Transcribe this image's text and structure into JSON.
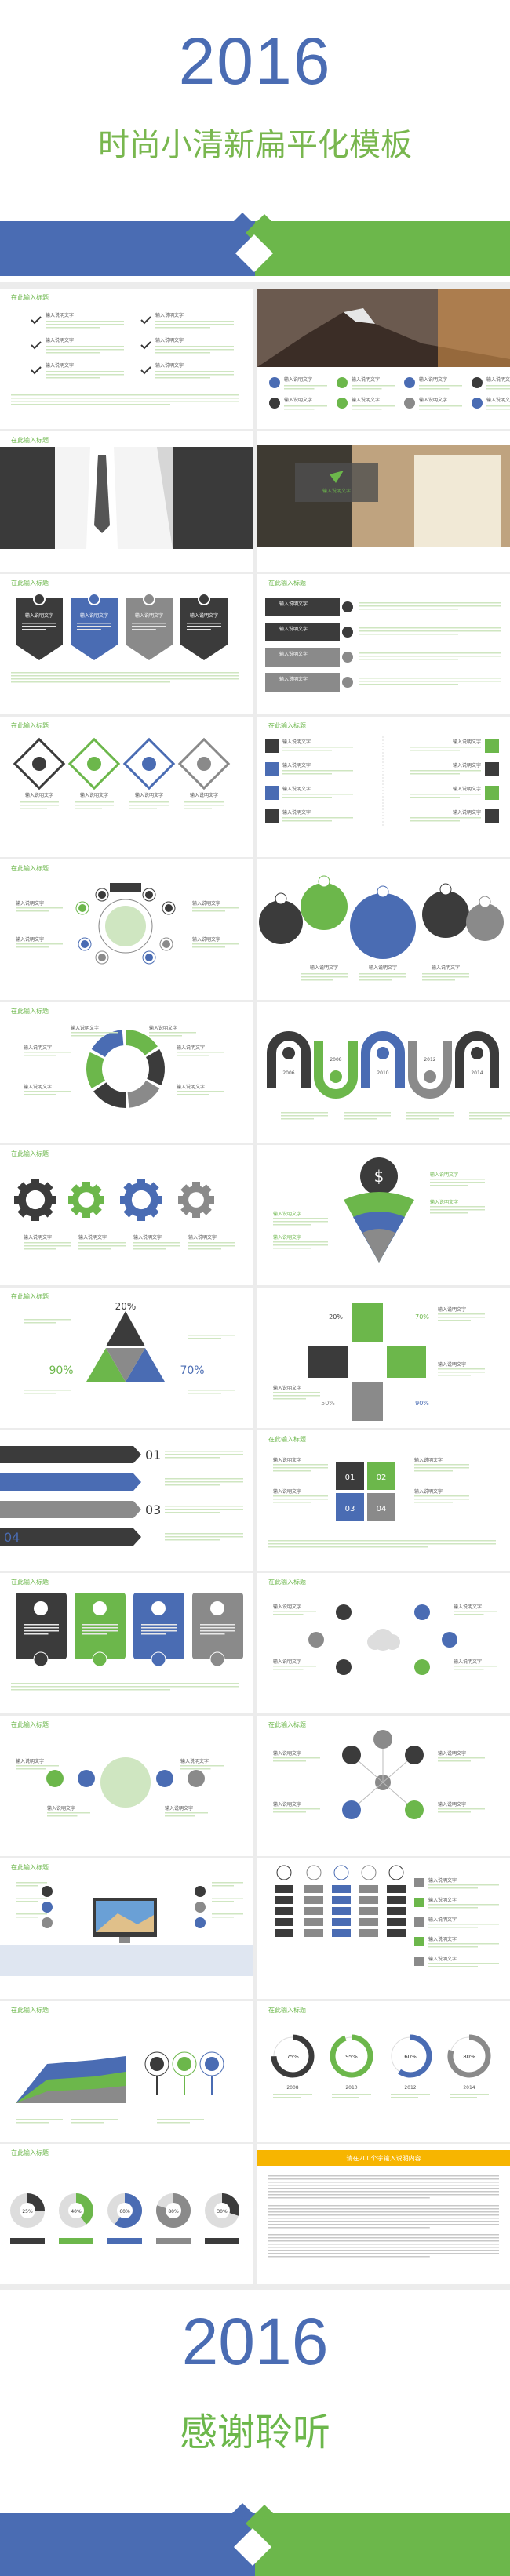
{
  "cover": {
    "year": "2016",
    "subtitle": "时尚小清新扁平化模板"
  },
  "slide_title": "在此输入标题",
  "label": "输入说明文字",
  "text_slide": {
    "header": "请在200个字输入说明内容"
  },
  "triangle": {
    "p1": "20%",
    "p2": "90%",
    "p3": "70%"
  },
  "cross": {
    "p1": "20%",
    "p2": "70%",
    "p3": "50%",
    "p4": "90%"
  },
  "steps": [
    "01",
    "02",
    "03",
    "04"
  ],
  "years": [
    "2006",
    "2008",
    "2010",
    "2012",
    "2014"
  ],
  "ring_pcts": [
    "75%",
    "95%",
    "60%",
    "80%"
  ],
  "donut_pcts": [
    "25%",
    "40%",
    "60%",
    "80%",
    "30%"
  ],
  "closing": {
    "year": "2016",
    "text": "感谢聆听"
  },
  "colors": {
    "blue": "#4a6cb3",
    "green": "#6cb74b",
    "dark": "#3b3b3b",
    "gray": "#8a8a8a"
  }
}
